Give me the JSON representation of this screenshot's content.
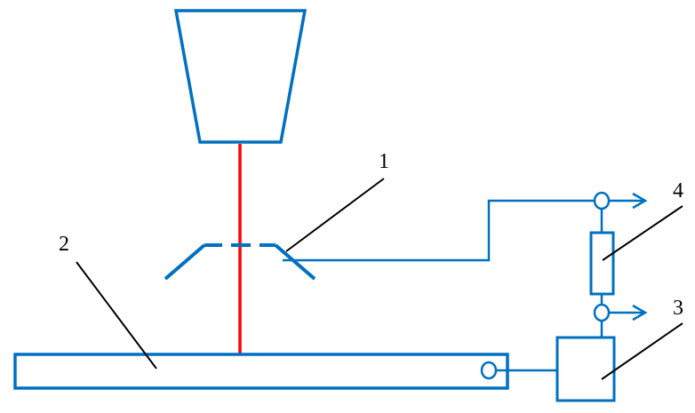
{
  "colors": {
    "structure": "#0070C0",
    "beam": "#FF0000",
    "callouts": "#000000",
    "background": "#FFFFFF"
  },
  "callouts": [
    {
      "id": "1",
      "text": "1"
    },
    {
      "id": "2",
      "text": "2"
    },
    {
      "id": "3",
      "text": "3"
    },
    {
      "id": "4",
      "text": "4"
    }
  ]
}
